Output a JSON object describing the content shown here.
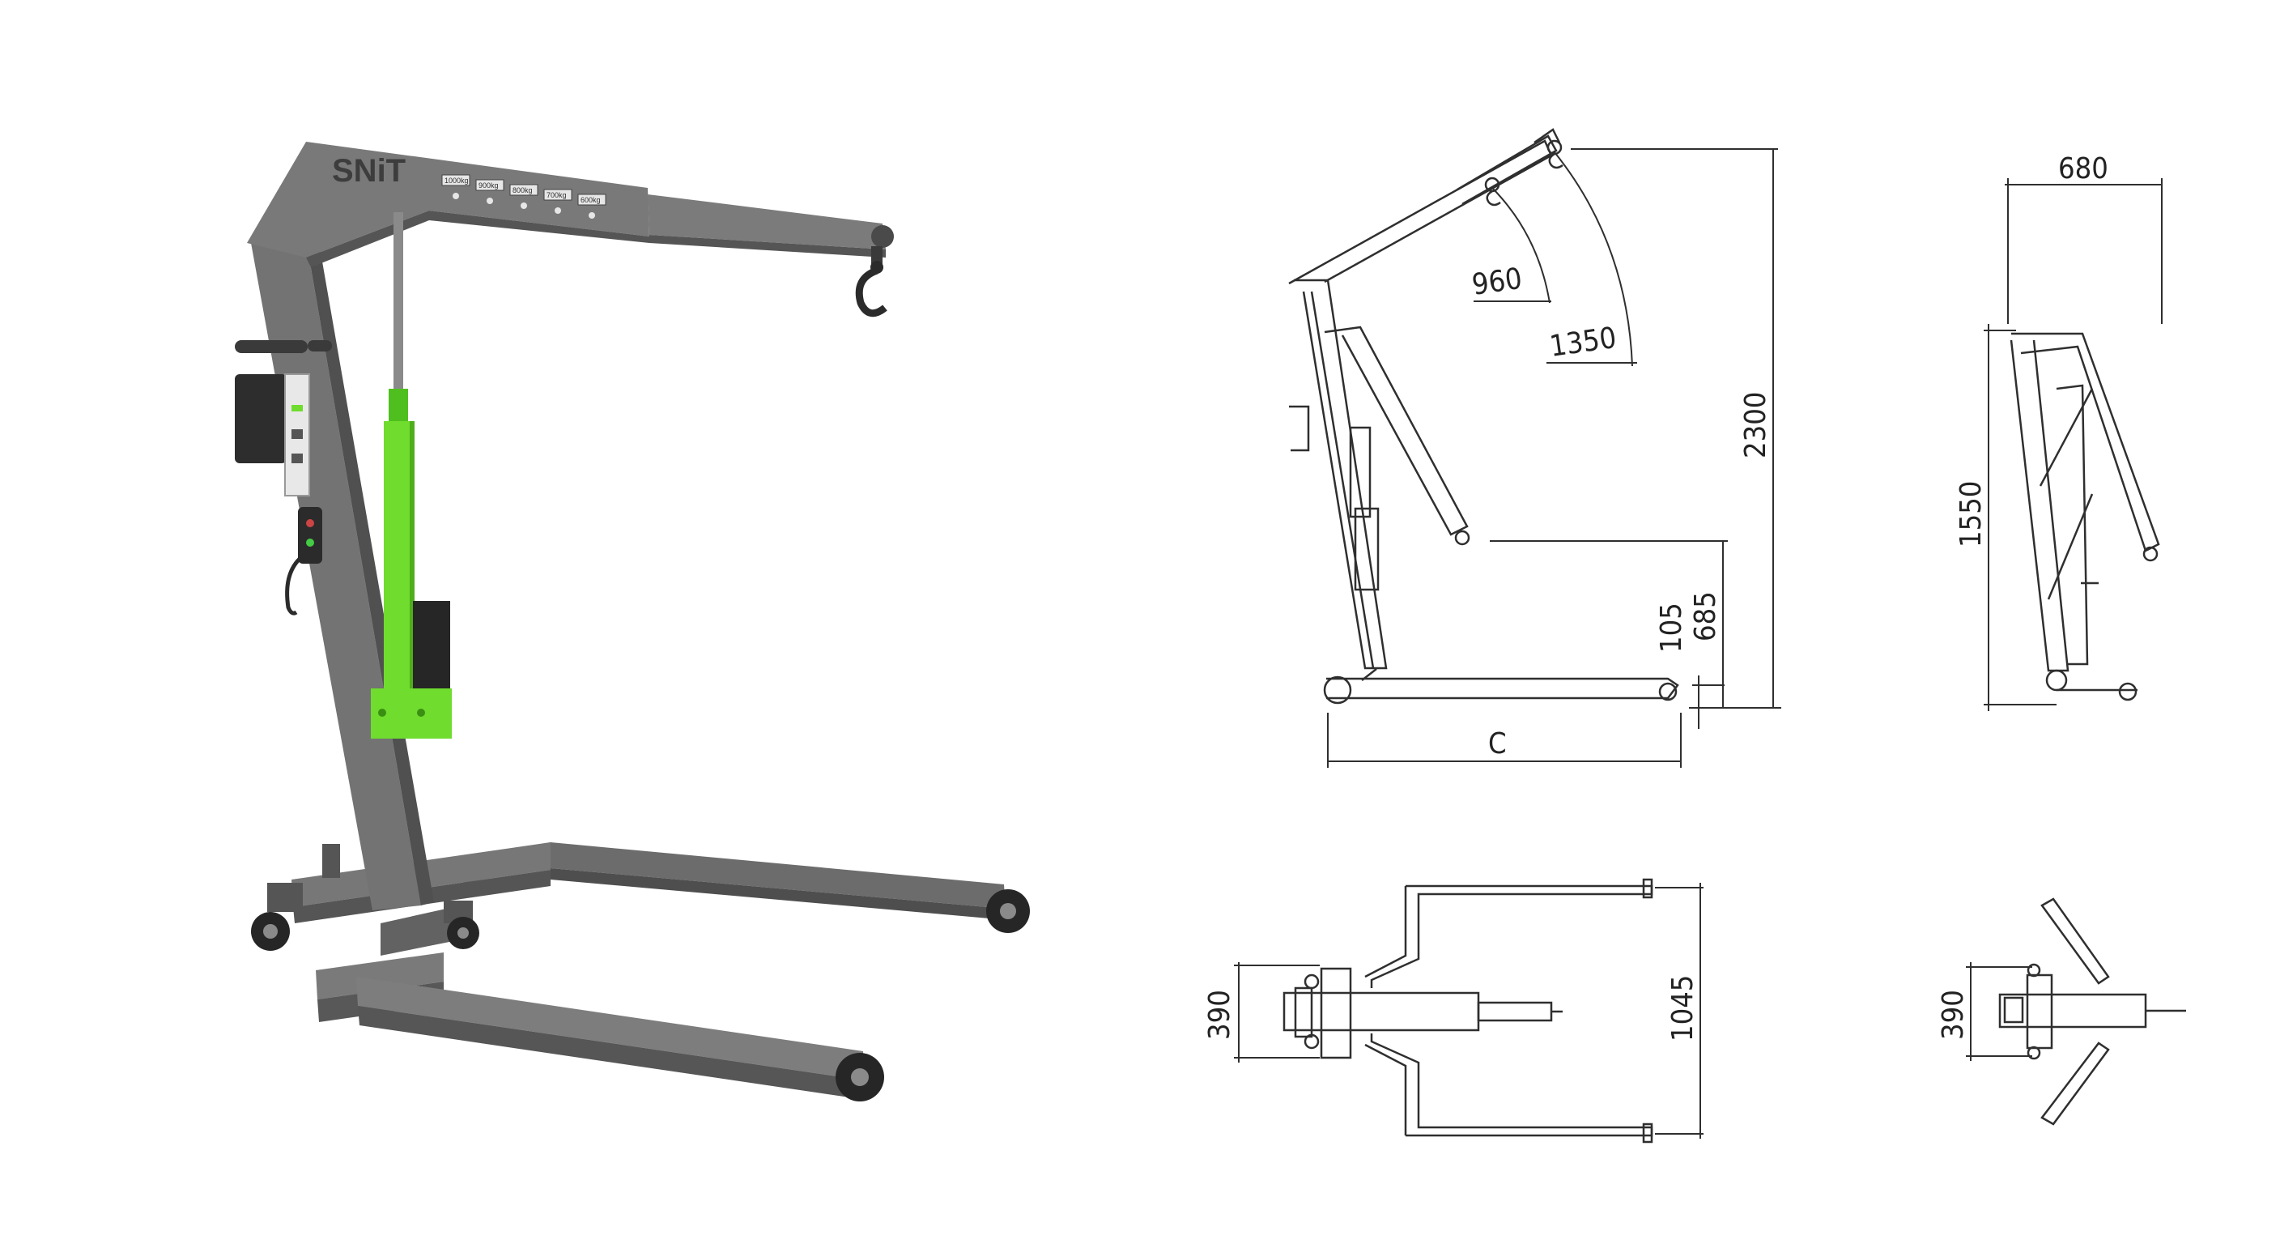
{
  "product": {
    "brand": "SNiT",
    "capacities": [
      "1000kg",
      "900kg",
      "800kg",
      "700kg",
      "600kg"
    ],
    "colors": {
      "frame": "#6f6f6f",
      "frame_dark": "#4f4f4f",
      "cylinder": "#6fdc2e",
      "wheel": "#2a2a2a"
    }
  },
  "dimensions": {
    "side": {
      "reach_min": "960",
      "reach_max": "1350",
      "height_max": "2300",
      "height_hook_low": "685",
      "base_clearance": "105",
      "base_length": "C"
    },
    "folded": {
      "width": "680",
      "height": "1550"
    },
    "top": {
      "mast_width": "390",
      "leg_span": "1045"
    },
    "folded_top": {
      "mast_width": "390"
    }
  }
}
